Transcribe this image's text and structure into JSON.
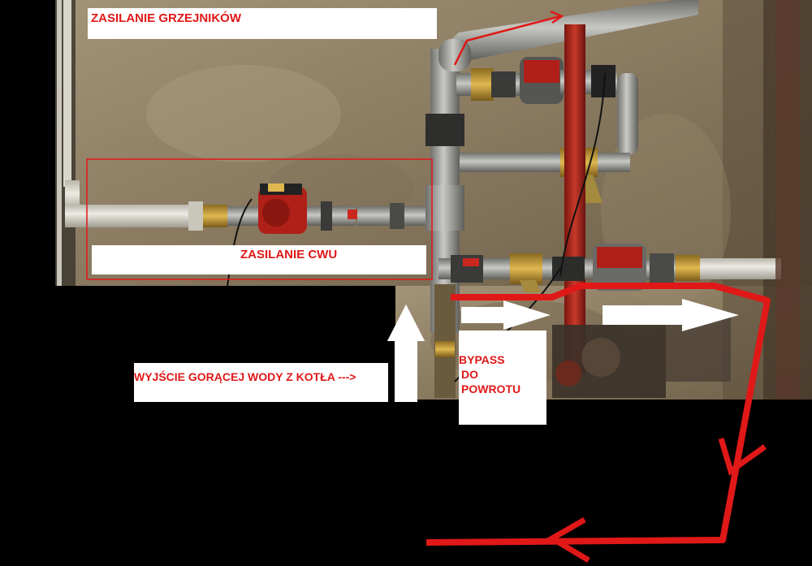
{
  "labels": {
    "zasilanie_grzejnikow": "ZASILANIE GRZEJNIKÓW",
    "zasilanie_cwu": "ZASILANIE CWU",
    "wyjscie": "WYJŚCIE GORĄCEJ WODY Z KOTŁA --->",
    "bypass_line1": "BYPASS",
    "bypass_line2": "DO",
    "bypass_line3": "POWROTU"
  },
  "colors": {
    "wall": "#8f7f66",
    "pipe_steel": "#a8a8a4",
    "pipe_red": "#b3231c",
    "pvc": "#d8d6cc",
    "annotation_red": "#e01818",
    "arrow_white": "#ffffff",
    "black_mask": "#000000"
  }
}
